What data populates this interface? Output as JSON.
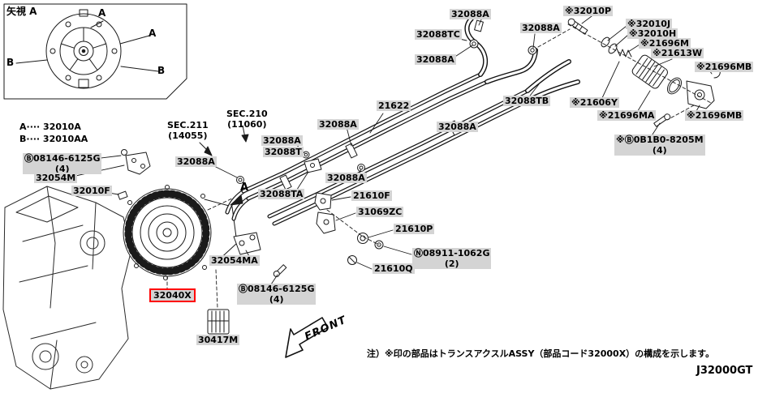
{
  "header": {
    "view_label": "矢視 A"
  },
  "legend": {
    "a": "A···· 32010A",
    "b": "B···· 32010AA"
  },
  "callouts": {
    "a": "A",
    "b": "B"
  },
  "parts": {
    "p32054m": "32054M",
    "p32010f": "32010F",
    "p32040x": "32040X",
    "p30417m": "30417M",
    "p32054ma": "32054MA",
    "p32088a": "32088A",
    "p32088t": "32088T",
    "p32088ta": "32088TA",
    "p32088tb": "32088TB",
    "p32088tc": "32088TC",
    "p21622": "21622",
    "p21610f": "21610F",
    "p21610p": "21610P",
    "p21610q": "21610Q",
    "p31069zc": "31069ZC",
    "p32010p": "※32010P",
    "p32010j": "※32010J",
    "p32010h": "※32010H",
    "p21696m": "※21696M",
    "p21613w": "※21613W",
    "p21696mb": "※21696MB",
    "p21696ma": "※21696MA",
    "p21606y": "※21606Y",
    "b08146": {
      "l1": "Ⓑ08146-6125G",
      "l2": "(4)"
    },
    "b0b1b0": {
      "l1": "※Ⓑ0B1B0-8205M",
      "l2": "(4)"
    },
    "n08911": {
      "l1": "Ⓝ08911-1062G",
      "l2": "(2)"
    },
    "sec211": {
      "l1": "SEC.211",
      "l2": "(14055)"
    },
    "sec210": {
      "l1": "SEC.210",
      "l2": "(11060)"
    }
  },
  "annotations": {
    "front": "FRONT",
    "footnote": "注）※印の部品はトランスアクスルASSY（部品コード32000X）の構成を示します。",
    "diagram_code": "J32000GT"
  },
  "colors": {
    "label_bg": "#d4d4d4",
    "highlight_box": "#ff0000",
    "line": "#1a1a1a"
  }
}
